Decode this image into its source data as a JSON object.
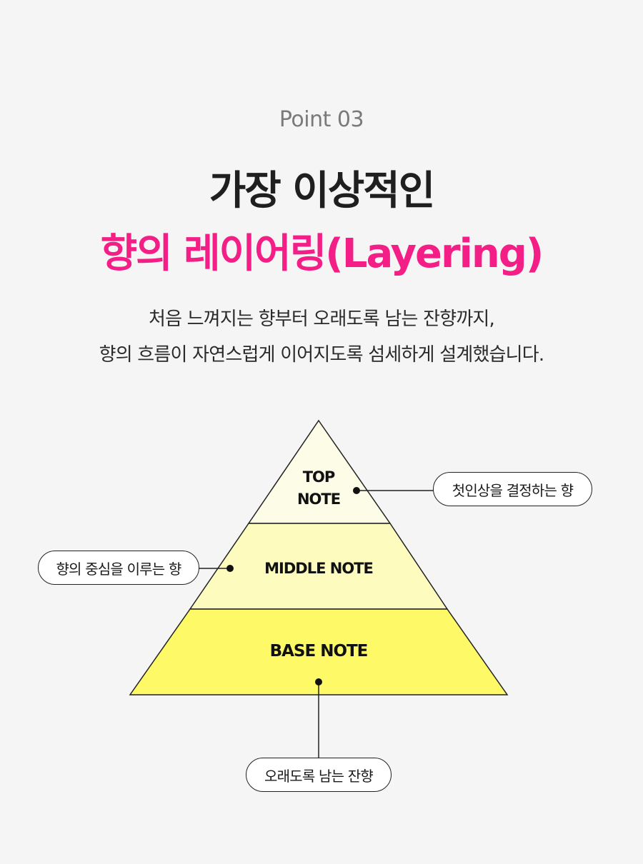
{
  "header": {
    "eyebrow": "Point 03",
    "title_line1": "가장 이상적인",
    "title_line2": "향의 레이어링(Layering)",
    "description_line1": "처음 느껴지는 향부터 오래도록 남는 잔향까지,",
    "description_line2": "향의 흐름이 자연스럽게 이어지도록 섬세하게 설계했습니다."
  },
  "pyramid": {
    "layers": [
      {
        "label_line1": "TOP",
        "label_line2": "NOTE",
        "callout": "첫인상을 결정하는 향",
        "color": "#fdfce6"
      },
      {
        "label": "MIDDLE NOTE",
        "callout": "향의 중심을 이루는 향",
        "color": "#fdfbbd"
      },
      {
        "label": "BASE NOTE",
        "callout": "오래도록 남는 잔향",
        "color": "#fef966"
      }
    ]
  },
  "colors": {
    "accent": "#f31f86",
    "title": "#1f1f1f",
    "eyebrow": "#7a7a7a",
    "background": "#f5f5f5"
  }
}
